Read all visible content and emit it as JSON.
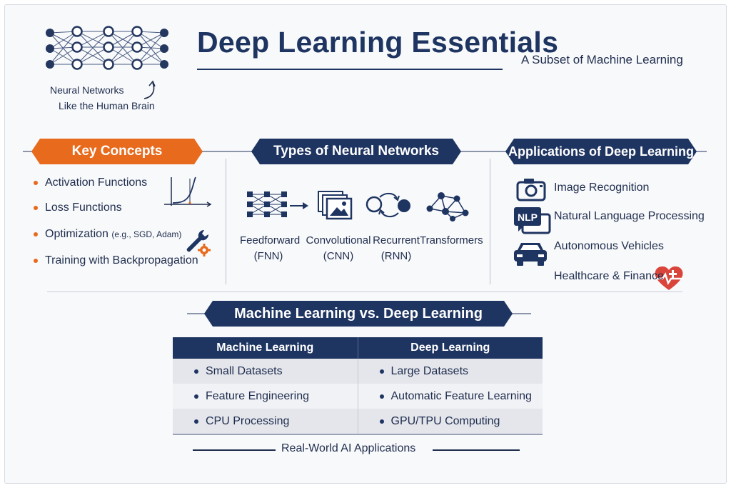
{
  "header": {
    "title": "Deep Learning Essentials",
    "subtitle": "A Subset of Machine Learning",
    "tagline_line1": "Neural Networks",
    "tagline_line2": "Like the Human Brain",
    "logo_icon": "neural-network-icon"
  },
  "sections": {
    "key_concepts": {
      "heading": "Key Concepts",
      "items": [
        {
          "text": "Activation Functions",
          "note": ""
        },
        {
          "text": "Loss Functions",
          "note": ""
        },
        {
          "text": "Optimization",
          "note": "(e.g., SGD, Adam)"
        },
        {
          "text": "Training with Backpropagation",
          "note": ""
        }
      ],
      "icons": [
        "activation-graph-icon",
        "wrench-gear-icon"
      ]
    },
    "types": {
      "heading": "Types of Neural Networks",
      "items": [
        {
          "line1": "Feedforward",
          "line2": "(FNN)",
          "icon": "feedforward-network-icon"
        },
        {
          "line1": "Convolutional",
          "line2": "(CNN)",
          "icon": "convolution-layers-icon"
        },
        {
          "line1": "Recurrent",
          "line2": "(RNN)",
          "icon": "recurrent-loop-icon"
        },
        {
          "line1": "Transformers",
          "line2": "",
          "icon": "transformer-graph-icon"
        }
      ]
    },
    "applications": {
      "heading": "Applications of Deep Learning",
      "items": [
        {
          "text": "Image Recognition",
          "icon": "camera-icon"
        },
        {
          "text": "Natural Language Processing",
          "icon": "nlp-chat-icon",
          "badge": "NLP"
        },
        {
          "text": "Autonomous Vehicles",
          "icon": "car-icon"
        },
        {
          "text": "Healthcare & Finance",
          "icon": "heart-health-icon"
        }
      ]
    }
  },
  "comparison": {
    "heading": "Machine Learning vs. Deep Learning",
    "columns": [
      "Machine Learning",
      "Deep Learning"
    ],
    "rows": [
      [
        "Small Datasets",
        "Large Datasets"
      ],
      [
        "Feature Engineering",
        "Automatic Feature Learning"
      ],
      [
        "CPU Processing",
        "GPU/TPU Computing"
      ]
    ]
  },
  "footer": "Real-World AI Applications",
  "colors": {
    "navy": "#1e3461",
    "orange": "#e86a1c",
    "red": "#d9453a"
  }
}
